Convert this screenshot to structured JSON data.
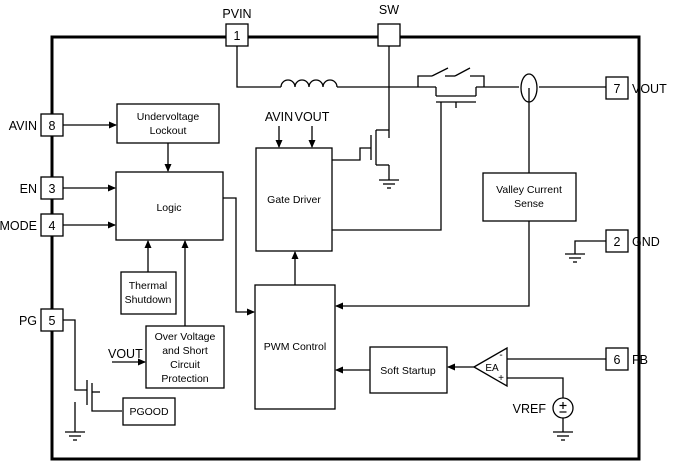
{
  "pins": {
    "p1": {
      "number": "1",
      "name": "PVIN"
    },
    "sw": {
      "number": "",
      "name": "SW"
    },
    "p7": {
      "number": "7",
      "name": "VOUT"
    },
    "p8": {
      "number": "8",
      "name": "AVIN"
    },
    "p3": {
      "number": "3",
      "name": "EN"
    },
    "p4": {
      "number": "4",
      "name": "MODE"
    },
    "p2": {
      "number": "2",
      "name": "GND"
    },
    "p5": {
      "number": "5",
      "name": "PG"
    },
    "p6": {
      "number": "6",
      "name": "FB"
    }
  },
  "blocks": {
    "uvlo": [
      "Undervoltage",
      "Lockout"
    ],
    "logic": "Logic",
    "thermal": [
      "Thermal",
      "Shutdown"
    ],
    "ovp": [
      "Over Voltage",
      "and Short",
      "Circuit",
      "Protection"
    ],
    "pgood": "PGOOD",
    "gate": "Gate Driver",
    "pwm": "PWM Control",
    "valley": [
      "Valley Current",
      "Sense"
    ],
    "soft": "Soft Startup",
    "ea": "EA"
  },
  "labels": {
    "gate_avin": "AVIN",
    "gate_vout": "VOUT",
    "ovp_vout": "VOUT",
    "vref": "VREF",
    "ea_minus": "-",
    "ea_plus": "+"
  }
}
